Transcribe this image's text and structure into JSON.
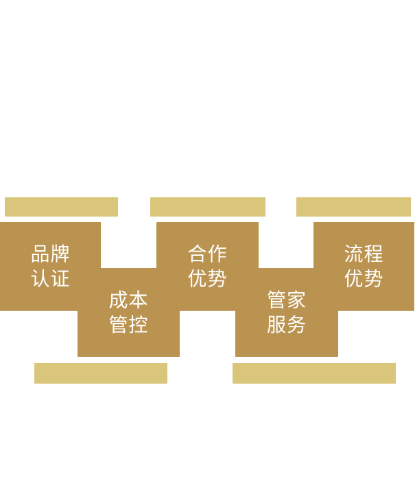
{
  "diagram": {
    "colors": {
      "block_fill": "#ba9351",
      "accent_bar_fill": "#d9c67a",
      "label_text": "#ffffff",
      "background": "#ffffff"
    },
    "blocks": [
      {
        "name": "brand-certification",
        "line1": "品牌",
        "line2": "认证"
      },
      {
        "name": "cost-control",
        "line1": "成本",
        "line2": "管控"
      },
      {
        "name": "cooperation-advantage",
        "line1": "合作",
        "line2": "优势"
      },
      {
        "name": "butler-service",
        "line1": "管家",
        "line2": "服务"
      },
      {
        "name": "process-advantage",
        "line1": "流程",
        "line2": "优势"
      }
    ]
  }
}
